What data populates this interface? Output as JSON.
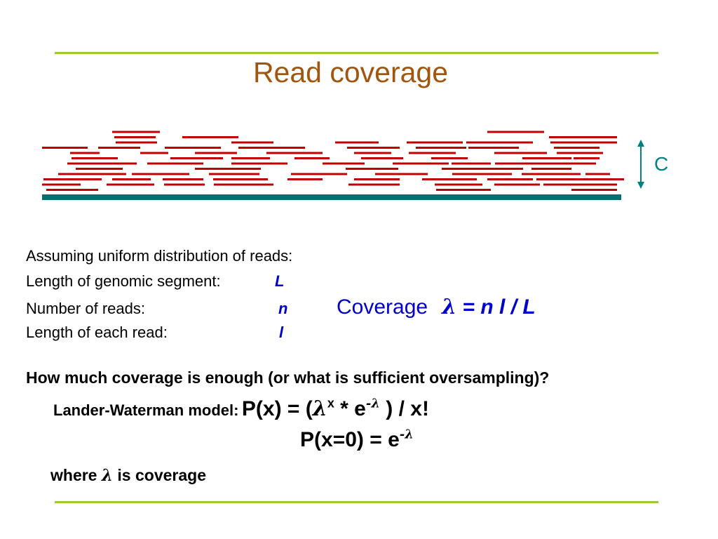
{
  "title": "Read coverage",
  "diagram": {
    "coverage_label": "C",
    "read_color": "#c00000",
    "genome_color": "#007070",
    "arrow_color": "#008080"
  },
  "assumptions": {
    "intro": "Assuming uniform distribution of reads:",
    "rows": [
      {
        "label": "Length of genomic segment:",
        "var": "L"
      },
      {
        "label": "Number of reads:",
        "var": "n"
      },
      {
        "label": "Length of each read:",
        "var": "l"
      }
    ]
  },
  "coverage": {
    "label": "Coverage",
    "lambda": "λ",
    "formula": "= n l / L"
  },
  "question": "How much coverage is enough (or what is sufficient oversampling)?",
  "lander_waterman": {
    "label": "Lander-Waterman model:",
    "f1": "P(x) = (",
    "lambda": "λ",
    "sup_x": "x",
    "f2": " * e",
    "sup_neg_lambda": "-λ",
    "f3": " ) / x!",
    "p0": "P(x=0) = e",
    "p0_sup": "-λ"
  },
  "where": {
    "prefix": "where ",
    "lambda": "λ",
    "suffix": " is coverage"
  },
  "colors": {
    "title": "#a0560f",
    "rule": "#99cc33",
    "emphasis": "#0000cc"
  }
}
